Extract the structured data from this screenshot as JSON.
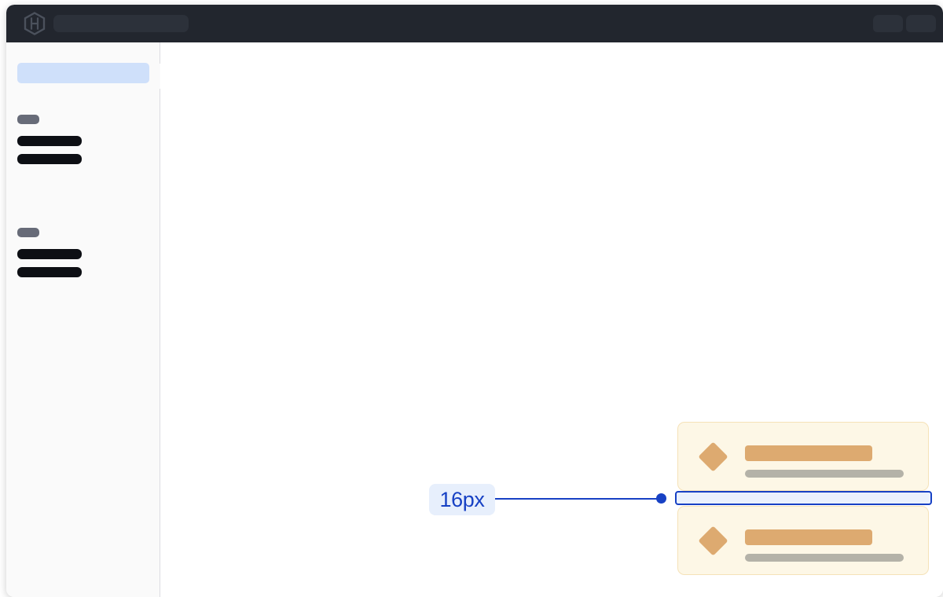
{
  "window": {
    "title": "",
    "background": "#ffffff"
  },
  "top_bar": {
    "background": "#22262e",
    "logo": {
      "icon": "hexagon-h-logo",
      "color": "#4b515c"
    },
    "search": {
      "placeholder": "",
      "value": "",
      "state": "skeleton-placeholder",
      "color": "#2c313a"
    },
    "right_actions": [
      {
        "name": "action-skeleton-1",
        "state": "skeleton-placeholder",
        "color": "#2c313a"
      },
      {
        "name": "action-skeleton-2",
        "state": "skeleton-placeholder",
        "color": "#2c313a"
      }
    ]
  },
  "sidebar": {
    "background": "#fafafa",
    "divider_color": "#dcdce1",
    "collapse_tab": {
      "icon": "sidebar-collapse-handle",
      "label": ""
    },
    "active_item": {
      "label": "",
      "state": "selected-skeleton",
      "color": "#cfe0fa"
    },
    "groups": [
      {
        "label": "",
        "label_color": "#676b78",
        "items": [
          {
            "label": "",
            "color": "#0d0f14"
          },
          {
            "label": "",
            "color": "#0d0f14"
          }
        ]
      },
      {
        "label": "",
        "label_color": "#676b78",
        "items": [
          {
            "label": "",
            "color": "#0d0f14"
          },
          {
            "label": "",
            "color": "#0d0f14"
          }
        ]
      }
    ]
  },
  "main": {
    "background": "#ffffff",
    "notice_cards": [
      {
        "icon": "diamond-icon",
        "icon_color": "#ddaa70",
        "title": "",
        "title_color": "#ddaa70",
        "subtitle": "",
        "subtitle_color": "#b4b2a8",
        "card_background": "#fdf7e6",
        "card_border": "#f5e2b8"
      },
      {
        "icon": "diamond-icon",
        "icon_color": "#ddaa70",
        "title": "",
        "title_color": "#ddaa70",
        "subtitle": "",
        "subtitle_color": "#b4b2a8",
        "card_background": "#fdf7e6",
        "card_border": "#f5e2b8"
      }
    ],
    "spacing_measurement": {
      "value": "16px",
      "accent_color": "#1741c4",
      "badge_background": "#e7effc",
      "highlight_fill": "#eaf1fd",
      "measures": "vertical-gap-between-notice-cards"
    }
  }
}
